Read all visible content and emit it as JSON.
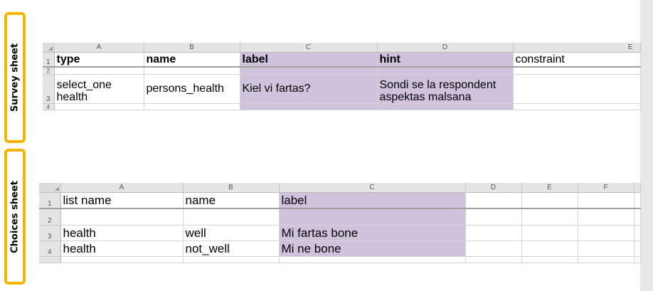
{
  "annotations": {
    "survey_label": "Survey sheet",
    "choices_label": "Choices sheet",
    "accent_color": "#f5b400"
  },
  "survey": {
    "columns": [
      "A",
      "B",
      "C",
      "D",
      "E"
    ],
    "row_numbers": [
      "1",
      "2",
      "3",
      "4"
    ],
    "rows": [
      [
        "type",
        "name",
        "label",
        "hint",
        "constraint"
      ],
      [
        "",
        "",
        "",
        "",
        ""
      ],
      [
        "select_one health",
        "persons_health",
        "Kiel vi fartas?",
        "Sondi se la respondent aspektas malsana",
        ""
      ],
      [
        "",
        "",
        "",
        "",
        ""
      ]
    ]
  },
  "choices": {
    "columns": [
      "A",
      "B",
      "C",
      "D",
      "E",
      "F",
      ""
    ],
    "row_numbers": [
      "1",
      "2",
      "3",
      "4",
      ""
    ],
    "rows": [
      [
        "list name",
        "name",
        "label",
        "",
        "",
        "",
        ""
      ],
      [
        "",
        "",
        "",
        "",
        "",
        "",
        ""
      ],
      [
        "health",
        "well",
        "Mi fartas bone",
        "",
        "",
        "",
        ""
      ],
      [
        "health",
        "not_well",
        "Mi ne bone",
        "",
        "",
        "",
        ""
      ],
      [
        "",
        "",
        "",
        "",
        "",
        "",
        ""
      ]
    ]
  },
  "highlight_color": "#cfc2dc"
}
